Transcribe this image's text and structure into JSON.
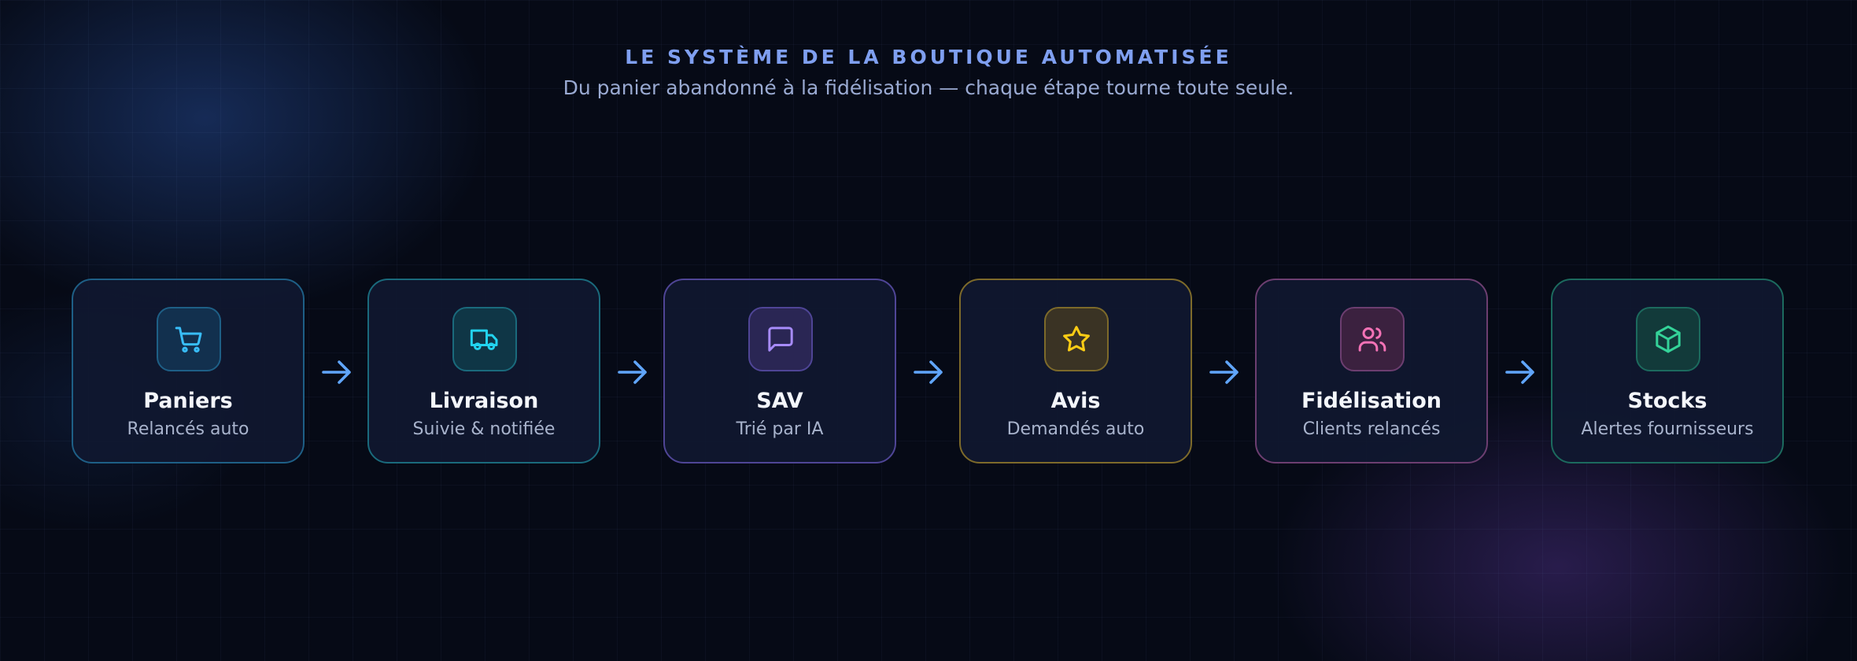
{
  "header": {
    "eyebrow": "LE SYSTÈME DE LA BOUTIQUE AUTOMATISÉE",
    "subtitle": "Du panier abandonné à la fidélisation — chaque étape tourne toute seule."
  },
  "steps": [
    {
      "title": "Paniers",
      "subtitle": "Relancés auto",
      "icon": "shopping-cart-icon",
      "color": "#38bdf8",
      "border": "#1e5f86",
      "icon_bg": "#12304e"
    },
    {
      "title": "Livraison",
      "subtitle": "Suivie & notifiée",
      "icon": "truck-icon",
      "color": "#22d3ee",
      "border": "#1a6a7c",
      "icon_bg": "#0f3646"
    },
    {
      "title": "SAV",
      "subtitle": "Trié par IA",
      "icon": "message-square-icon",
      "color": "#a78bfa",
      "border": "#4f4596",
      "icon_bg": "#2a2654"
    },
    {
      "title": "Avis",
      "subtitle": "Demandés auto",
      "icon": "star-icon",
      "color": "#facc15",
      "border": "#7d6a2a",
      "icon_bg": "#3a3324"
    },
    {
      "title": "Fidélisation",
      "subtitle": "Clients relancés",
      "icon": "users-icon",
      "color": "#f472b6",
      "border": "#6c3e70",
      "icon_bg": "#3b213f"
    },
    {
      "title": "Stocks",
      "subtitle": "Alertes fournisseurs",
      "icon": "package-icon",
      "color": "#34d399",
      "border": "#1c6a5e",
      "icon_bg": "#123a3a"
    }
  ],
  "arrow_color": "#60a5fa"
}
